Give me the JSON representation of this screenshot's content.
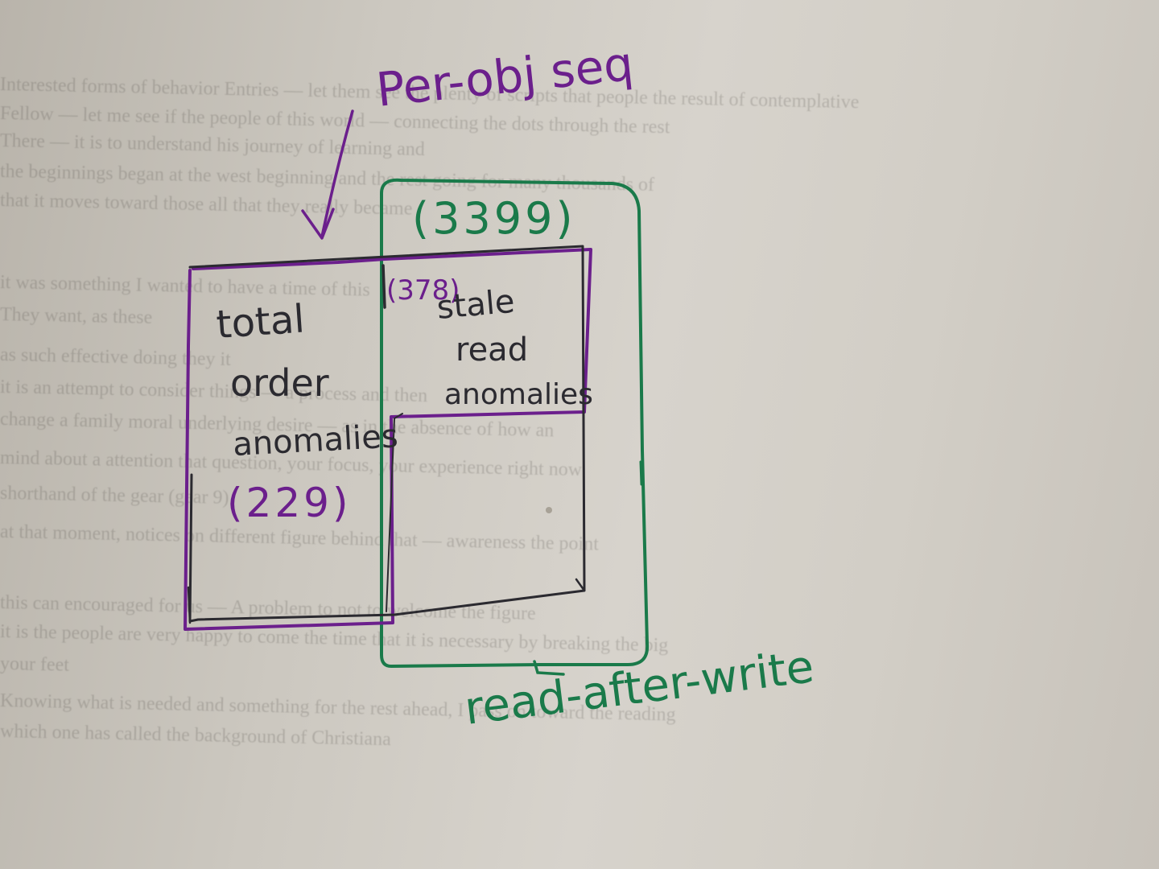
{
  "colors": {
    "purple": "#6b1f8c",
    "green": "#1a7a4a",
    "black": "#2b2a30"
  },
  "annotation_top": "Per-obj seq",
  "annotation_bottom": "read-after-write",
  "sets": {
    "total_order": {
      "line1": "total",
      "line2": "order",
      "line3": "anomalies",
      "count": "(229)"
    },
    "stale_read": {
      "line1": "stale",
      "line2": "read",
      "line3": "anomalies",
      "count": "(378)"
    },
    "read_after_write": {
      "count": "(3399)"
    }
  }
}
